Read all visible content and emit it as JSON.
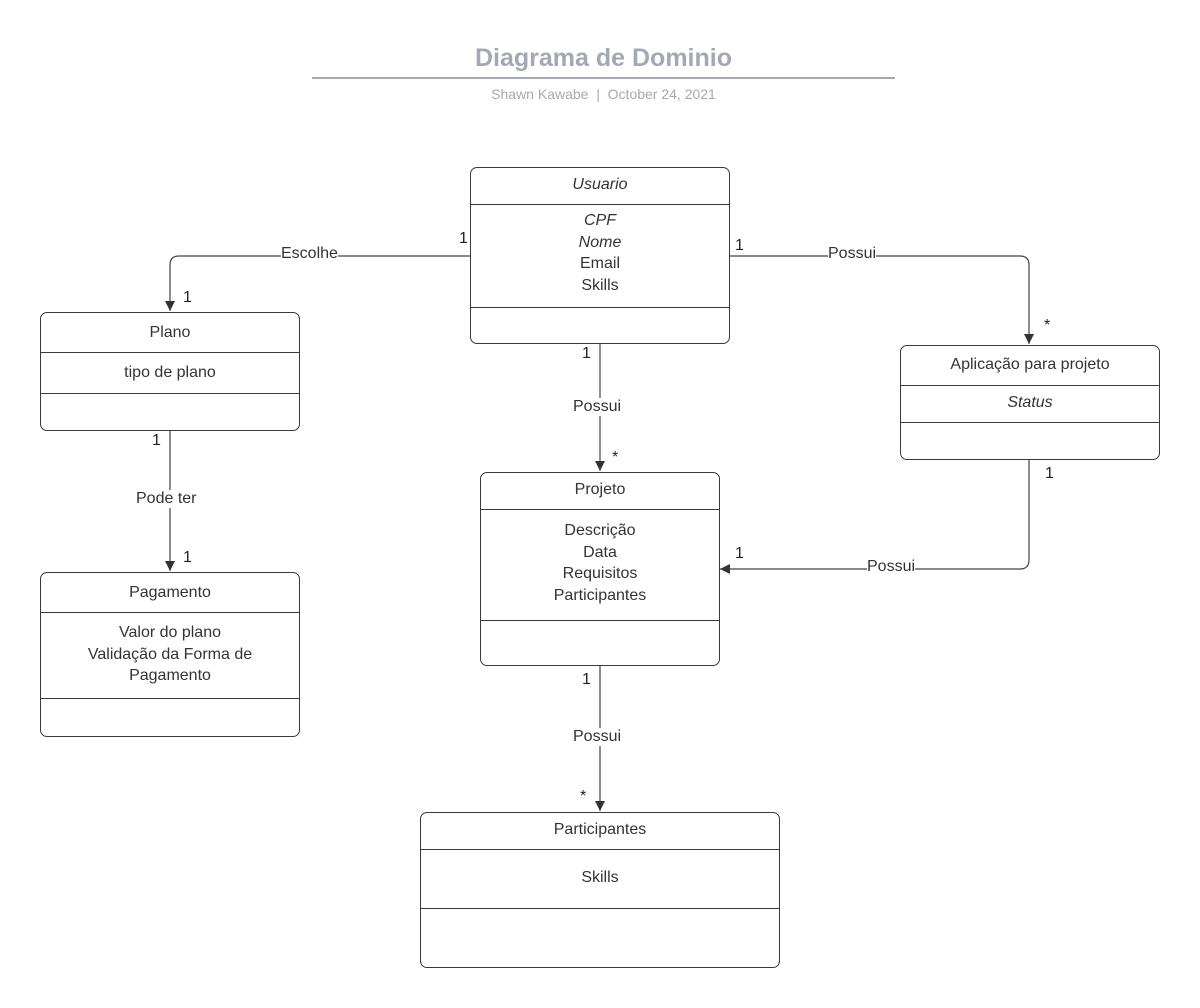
{
  "header": {
    "title": "Diagrama de Dominio",
    "author": "Shawn Kawabe",
    "separator": "|",
    "date": "October 24, 2021"
  },
  "classes": {
    "usuario": {
      "name": "Usuario",
      "attributes": [
        "CPF",
        "Nome",
        "Email",
        "Skills"
      ]
    },
    "plano": {
      "name": "Plano",
      "attributes": [
        "tipo de plano"
      ]
    },
    "pagamento": {
      "name": "Pagamento",
      "attributes": [
        "Valor do plano",
        "Validação da Forma de Pagamento"
      ]
    },
    "projeto": {
      "name": "Projeto",
      "attributes": [
        "Descrição",
        "Data",
        "Requisitos",
        "Participantes"
      ]
    },
    "aplicacao": {
      "name": "Aplicação para projeto",
      "attributes": [
        "Status"
      ]
    },
    "participantes": {
      "name": "Participantes",
      "attributes": [
        "Skills"
      ]
    }
  },
  "relations": {
    "usuario_plano": {
      "label": "Escolhe",
      "from_mult": "1",
      "to_mult": "1"
    },
    "usuario_aplicacao": {
      "label": "Possui",
      "from_mult": "1",
      "to_mult": "*"
    },
    "usuario_projeto": {
      "label": "Possui",
      "from_mult": "1",
      "to_mult": "*"
    },
    "plano_pagamento": {
      "label": "Pode ter",
      "from_mult": "1",
      "to_mult": "1"
    },
    "aplicacao_projeto": {
      "label": "Possui",
      "from_mult": "1",
      "to_mult": "1"
    },
    "projeto_participantes": {
      "label": "Possui",
      "from_mult": "1",
      "to_mult": "*"
    }
  }
}
